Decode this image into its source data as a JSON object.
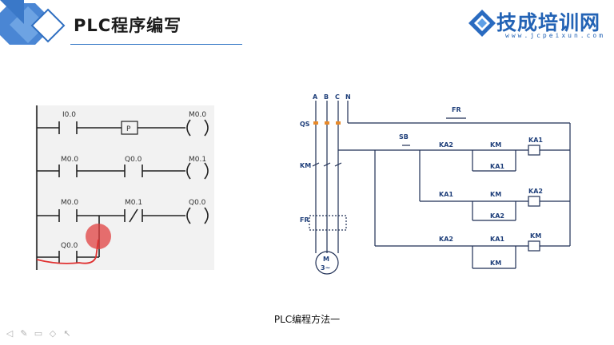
{
  "header": {
    "title": "PLC程序编写"
  },
  "logo": {
    "name": "技成培训网",
    "url": "www.jcpeixun.com"
  },
  "ladder": {
    "rung1": {
      "contact": "I0.0",
      "coil": "M0.0",
      "instruction": "P"
    },
    "rung2": {
      "contact1": "M0.0",
      "contact2": "Q0.0",
      "coil": "M0.1"
    },
    "rung3": {
      "contact1": "M0.0",
      "contact2": "M0.1",
      "coil": "Q0.0",
      "instruction": "/",
      "branch_contact": "Q0.0"
    },
    "annotation_color": "#e03030"
  },
  "circuit": {
    "phases": [
      "A",
      "B",
      "C",
      "N"
    ],
    "breaker": "QS",
    "main_contactor": "KM",
    "overload": "FR",
    "overload_contact": "FR",
    "button": "SB",
    "motor": "M",
    "motor_sub": "3~",
    "row1": {
      "c1": "KA2",
      "c2": "KM",
      "coil": "KA1",
      "holding": "KA1"
    },
    "row2": {
      "c1": "KA1",
      "c2": "KM",
      "coil": "KA2",
      "holding": "KA2"
    },
    "row3": {
      "c1": "KA2",
      "c2": "KA1",
      "coil": "KM",
      "holding": "KM"
    }
  },
  "caption": "PLC编程方法一",
  "toolbar": {
    "icons": [
      "arrow-icon",
      "pen-icon",
      "highlighter-icon",
      "eraser-icon",
      "cursor-icon"
    ]
  },
  "colors": {
    "brand_blue": "#2363b5",
    "accent_blue": "#4a90d9"
  }
}
